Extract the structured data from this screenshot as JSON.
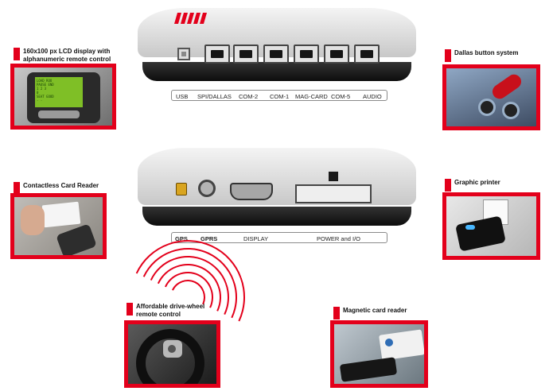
{
  "callouts": {
    "lcd": {
      "line1": "160x100 px LCD display with",
      "line2": "alphanumeric remote control"
    },
    "dallas": {
      "line1": "Dallas button system"
    },
    "contactless": {
      "line1": "Contactless Card Reader"
    },
    "printer": {
      "line1": "Graphic printer"
    },
    "drive_wheel": {
      "line1": "Affordable drive-wheel",
      "line2": "remote control"
    },
    "magnetic": {
      "line1": "Magnetic card reader"
    }
  },
  "lcd_screen_lines": [
    "LOAD ROO",
    "PAUSE END",
    "1 2 3",
    "0",
    "SEAT GOOD",
    "- -"
  ],
  "top_ports": [
    "USB",
    "SPI/DALLAS",
    "COM-2",
    "COM-1",
    "MAG-CARD",
    "COM-5",
    "AUDIO"
  ],
  "bottom_ports": [
    "GPS",
    "GPRS",
    "DISPLAY",
    "POWER and I/O"
  ],
  "colors": {
    "accent": "#e3001b",
    "device_gray": "#c8c8c8",
    "device_dark": "#111111"
  }
}
